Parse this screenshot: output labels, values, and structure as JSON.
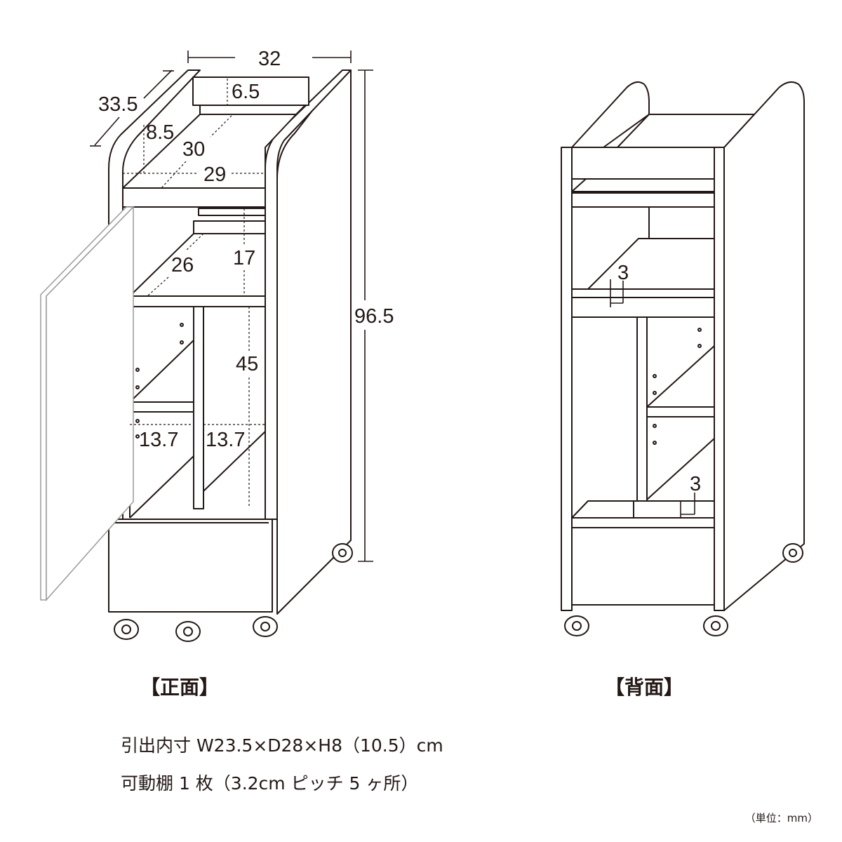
{
  "front_view": {
    "caption": "【正面】",
    "dimensions": {
      "width": "32",
      "depth": "33.5",
      "height": "96.5",
      "top_board": "6.5",
      "top_space": "8.5",
      "top_depth": "30",
      "inner_width": "29",
      "shelf_depth": "26",
      "shelf_space": "17",
      "lower_space": "45",
      "left_compartment": "13.7",
      "right_compartment": "13.7"
    }
  },
  "back_view": {
    "caption": "【背面】",
    "dimensions": {
      "upper_gap": "3",
      "lower_gap": "3"
    }
  },
  "notes": {
    "drawer": "引出内寸 W23.5×D28×H8（10.5）cm",
    "shelf": "可動棚 1 枚（3.2cm ピッチ 5 ヶ所）"
  },
  "unit_label": "（単位：mm）"
}
